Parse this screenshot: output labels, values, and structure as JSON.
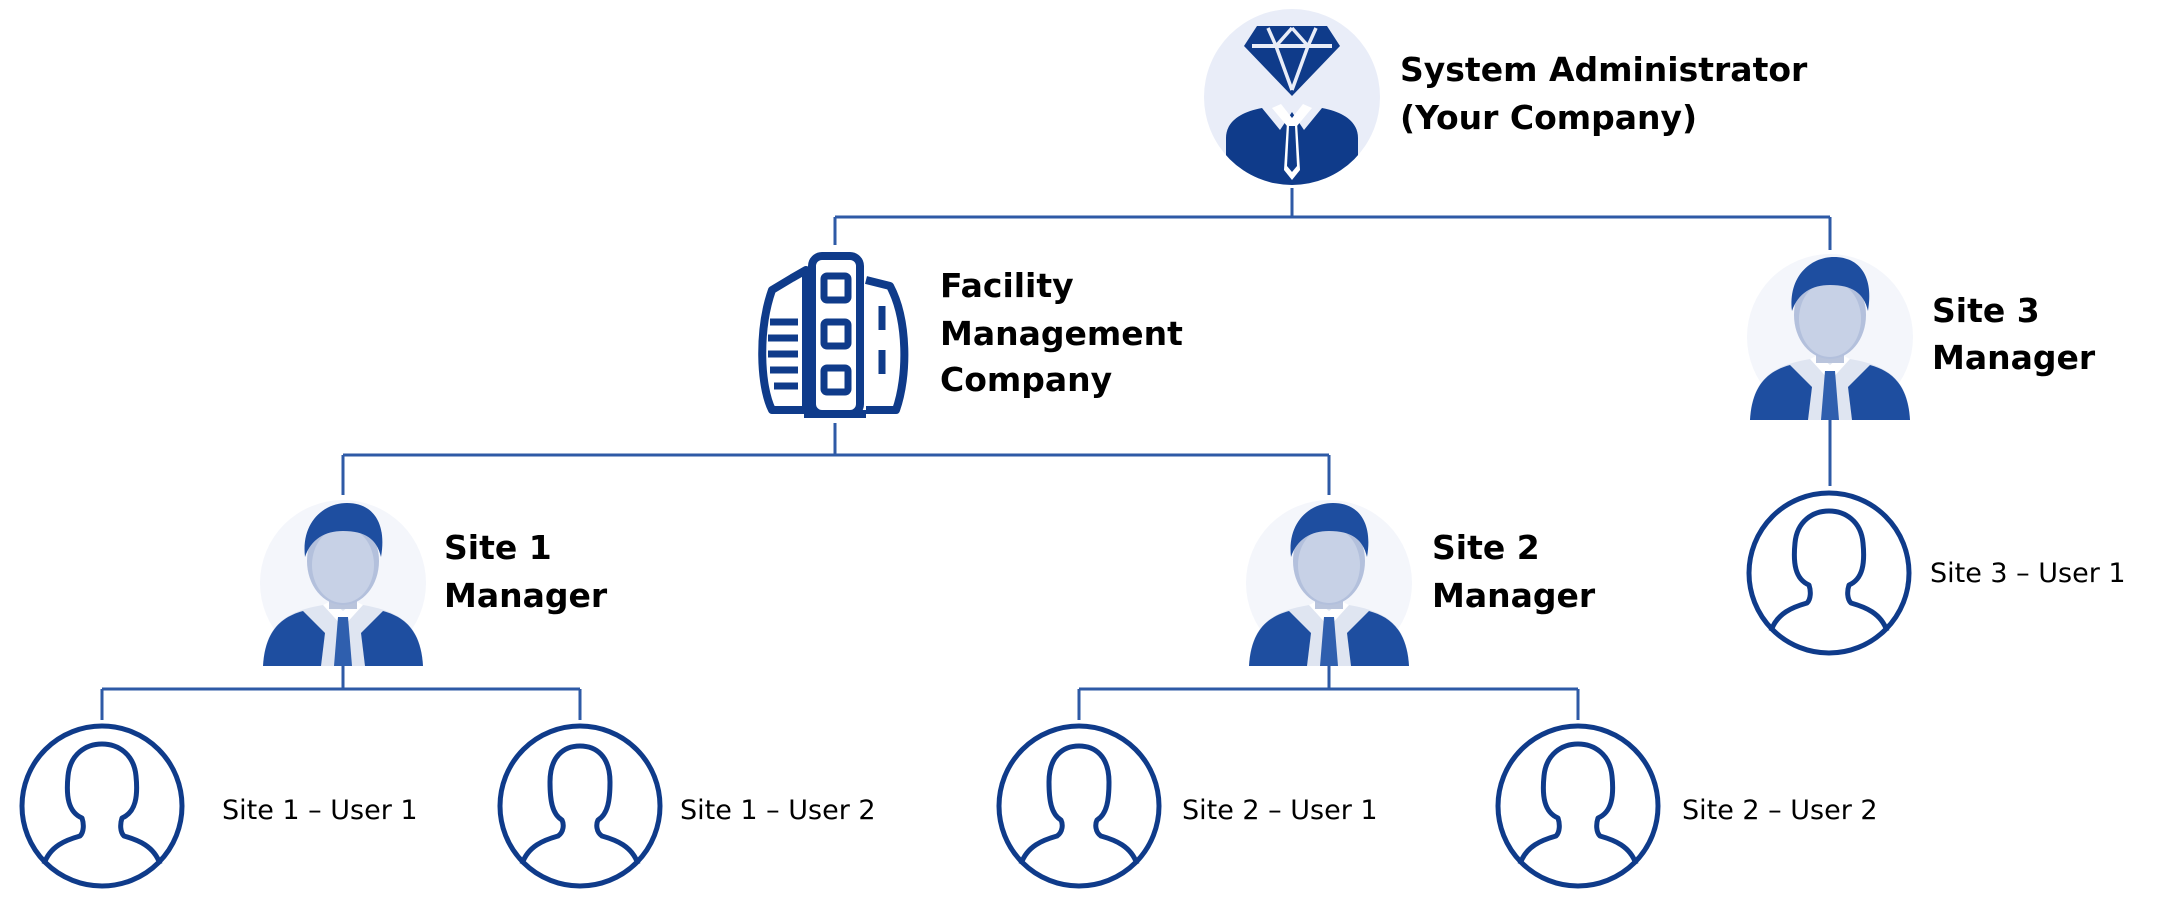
{
  "colors": {
    "line": "#2e5aa6",
    "navy": "#0f3b8a",
    "icon_bg": "#e9edf8",
    "text": "#000000"
  },
  "nodes": {
    "sysadmin": {
      "line1": "System Administrator",
      "line2": "(Your Company)",
      "icon": "executive-diamond-icon"
    },
    "fmc": {
      "line1": "Facility",
      "line2": "Management",
      "line3": "Company",
      "icon": "building-icon"
    },
    "site1_manager": {
      "line1": "Site 1",
      "line2": "Manager",
      "icon": "manager-avatar-icon"
    },
    "site2_manager": {
      "line1": "Site 2",
      "line2": "Manager",
      "icon": "manager-avatar-icon"
    },
    "site3_manager": {
      "line1": "Site 3",
      "line2": "Manager",
      "icon": "manager-avatar-icon"
    },
    "site1_user1": {
      "label": "Site 1 – User 1",
      "icon": "female-user-icon"
    },
    "site1_user2": {
      "label": "Site 1 – User 2",
      "icon": "male-user-icon"
    },
    "site2_user1": {
      "label": "Site 2 – User 1",
      "icon": "male-user-icon"
    },
    "site2_user2": {
      "label": "Site 2 – User 2",
      "icon": "female-user-icon"
    },
    "site3_user1": {
      "label": "Site 3 – User 1",
      "icon": "female-user-icon"
    }
  }
}
